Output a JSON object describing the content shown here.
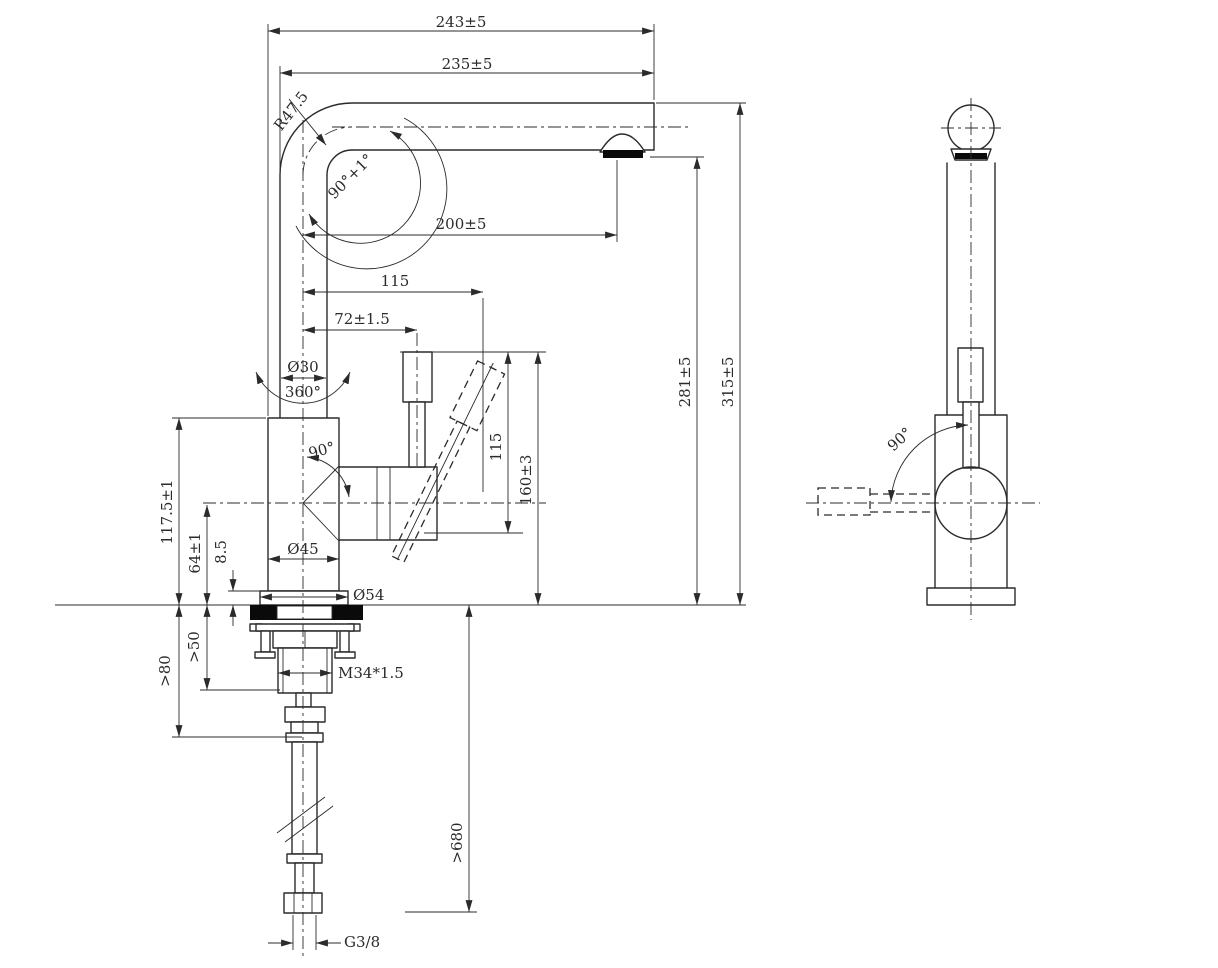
{
  "colors": {
    "background": "#ffffff",
    "line": "#2b2b2b",
    "ink": "#0a0a0a"
  },
  "front_view": {
    "dim_overall_width": "243±5",
    "dim_spout_width": "235±5",
    "dim_bend_radius": "R47.5",
    "dim_bend_angle": "90°+1°",
    "dim_spout_reach": "200±5",
    "dim_handle_tip_offset": "115",
    "dim_handle_offset": "72±1.5",
    "dim_spout_pipe_dia": "Ø30",
    "dim_swivel_angle": "360°",
    "dim_handle_swing": "90°",
    "dim_body_dia": "Ø45",
    "dim_body_height": "117.5±1",
    "dim_valve_center_height": "64±1",
    "dim_base_ring_height": "8.5",
    "dim_base_dia": "Ø54",
    "dim_shank_thread": "M34*1.5",
    "dim_handle_length": "115",
    "dim_handle_top_height": "160±3",
    "dim_outlet_height": "281±5",
    "dim_total_height": "315±5",
    "dim_clearance_nut": ">50",
    "dim_clearance_shank": ">80",
    "dim_hose_length": ">680",
    "dim_hose_thread": "G3/8"
  },
  "side_view": {
    "dim_handle_swing": "90°"
  }
}
